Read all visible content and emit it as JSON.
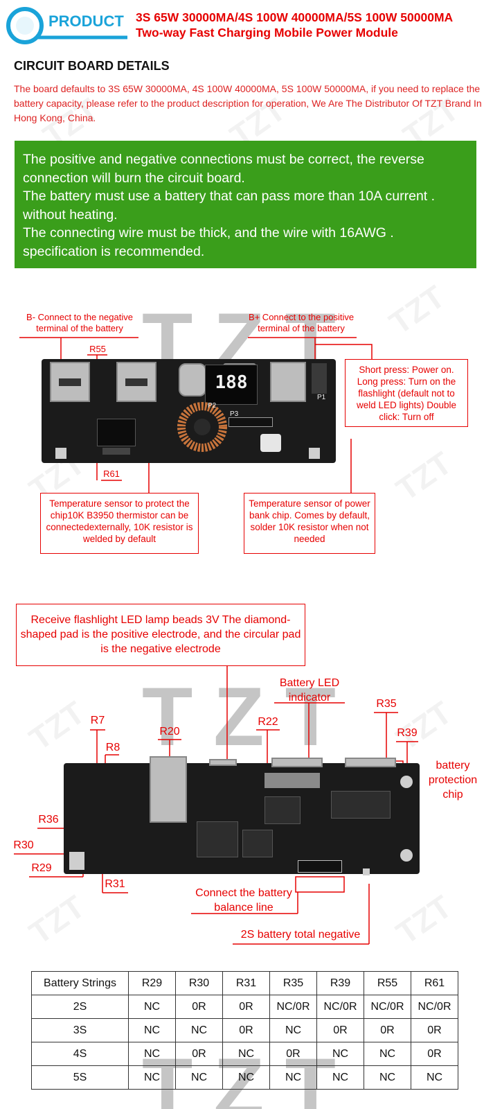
{
  "header": {
    "logo_text": "PRODUCT",
    "title_line1": "3S 65W 30000MA/4S 100W 40000MA/5S 100W 50000MA",
    "title_line2": "Two-way Fast Charging Mobile Power Module"
  },
  "section_title": "CIRCUIT BOARD DETAILS",
  "intro": "The board defaults to 3S 65W 30000MA, 4S 100W 40000MA, 5S 100W 50000MA, if you need to replace the battery capacity, please refer to the product description for operation, We Are The Distributor Of TZT Brand In Hong Kong, China.",
  "warnings": [
    "The positive and negative connections must be correct, the reverse connection will burn the circuit board.",
    "The battery must use a battery that can pass more than 10A current . without heating.",
    "The connecting wire must be thick, and the wire with 16AWG . specification is recommended."
  ],
  "watermark": {
    "brand": "TZT"
  },
  "board1": {
    "b_minus": "B- Connect to the negative terminal of the battery",
    "b_plus": "B+ Connect to the positive terminal of the battery",
    "r55": "R55",
    "r61": "R61",
    "button_box": "Short press: Power on. Long press: Turn on the flashlight (default not to weld LED lights) Double click: Turn off",
    "temp_chip_box": "Temperature sensor to protect the chip10K B3950 thermistor can be connectedexternally, 10K resistor is welded by default",
    "temp_bank_box": "Temperature sensor of power bank chip. Comes by default, solder 10K resistor when not needed",
    "display": "188",
    "silk_p1": "P1",
    "silk_p2": "P2",
    "silk_p3": "P3"
  },
  "board2": {
    "led_box": "Receive flashlight LED lamp beads 3V The diamond-shaped pad is the positive electrode, and the circular pad is the negative electrode",
    "battery_led": "Battery LED indicator",
    "r7": "R7",
    "r8": "R8",
    "r20": "R20",
    "r22": "R22",
    "r35": "R35",
    "r39": "R39",
    "r36": "R36",
    "r30": "R30",
    "r29": "R29",
    "r31": "R31",
    "protection_chip": "battery protection chip",
    "balance_line": "Connect the battery balance line",
    "two_s_negative": "2S battery total negative"
  },
  "table": {
    "headers": [
      "Battery Strings",
      "R29",
      "R30",
      "R31",
      "R35",
      "R39",
      "R55",
      "R61"
    ],
    "rows": [
      [
        "2S",
        "NC",
        "0R",
        "0R",
        "NC/0R",
        "NC/0R",
        "NC/0R",
        "NC/0R"
      ],
      [
        "3S",
        "NC",
        "NC",
        "0R",
        "NC",
        "0R",
        "0R",
        "0R"
      ],
      [
        "4S",
        "NC",
        "0R",
        "NC",
        "0R",
        "NC",
        "NC",
        "0R"
      ],
      [
        "5S",
        "NC",
        "NC",
        "NC",
        "NC",
        "NC",
        "NC",
        "NC"
      ]
    ]
  },
  "colors": {
    "accent_red": "#e60000",
    "warning_green": "#3a9e1b",
    "logo_blue": "#1aa3d9"
  }
}
